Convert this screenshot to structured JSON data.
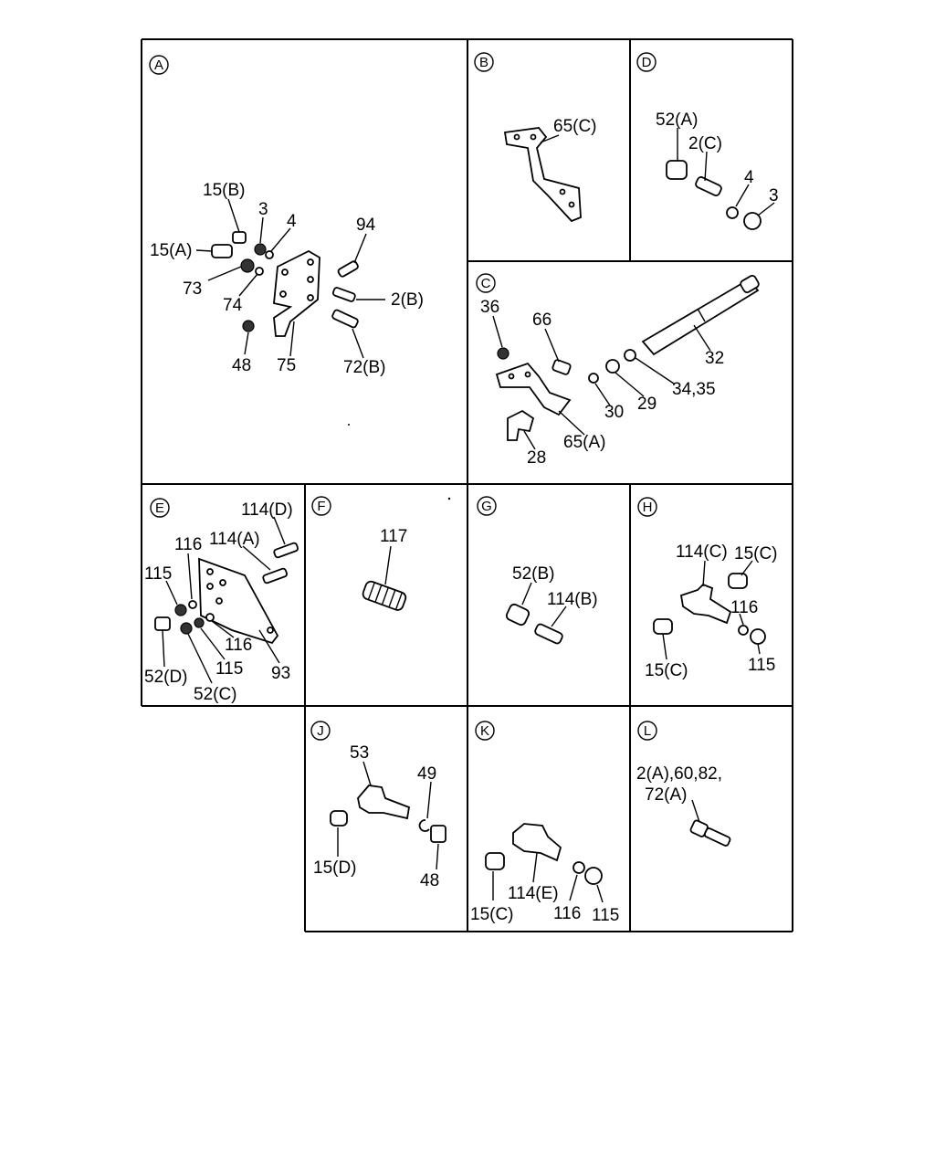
{
  "panels": {
    "A": {
      "letter": "A",
      "labels": [
        "15(B)",
        "3",
        "4",
        "94",
        "15(A)",
        "73",
        "74",
        "2(B)",
        "48",
        "75",
        "72(B)"
      ]
    },
    "B": {
      "letter": "B",
      "labels": [
        "65(C)"
      ]
    },
    "D": {
      "letter": "D",
      "labels": [
        "52(A)",
        "2(C)",
        "4",
        "3"
      ]
    },
    "C": {
      "letter": "C",
      "labels": [
        "36",
        "66",
        "32",
        "34,35",
        "29",
        "30",
        "65(A)",
        "28"
      ]
    },
    "E": {
      "letter": "E",
      "labels": [
        "114(D)",
        "116",
        "114(A)",
        "115",
        "116",
        "115",
        "52(D)",
        "52(C)",
        "93"
      ]
    },
    "F": {
      "letter": "F",
      "labels": [
        "117"
      ]
    },
    "G": {
      "letter": "G",
      "labels": [
        "52(B)",
        "114(B)"
      ]
    },
    "H": {
      "letter": "H",
      "labels": [
        "114(C)",
        "15(C)",
        "116",
        "15(C)",
        "115"
      ]
    },
    "J": {
      "letter": "J",
      "labels": [
        "53",
        "49",
        "15(D)",
        "48"
      ]
    },
    "K": {
      "letter": "K",
      "labels": [
        "114(E)",
        "15(C)",
        "116",
        "115"
      ]
    },
    "L": {
      "letter": "L",
      "labels": [
        "2(A),60,82,",
        "72(A)"
      ]
    }
  }
}
